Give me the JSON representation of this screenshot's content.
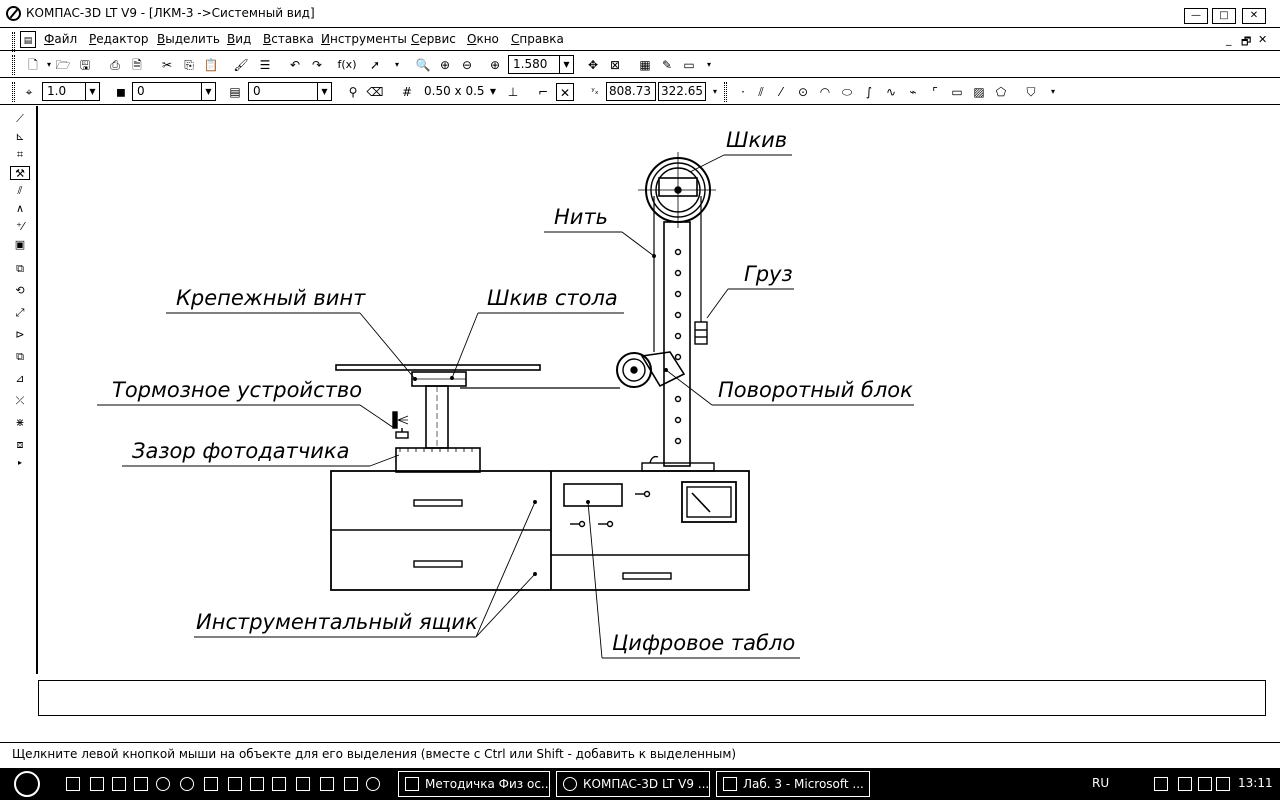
{
  "window": {
    "title": "КОМПАС-3D LT V9 - [ЛКМ-3 ->Системный вид]",
    "min_label": "—",
    "max_label": "□",
    "close_label": "✕"
  },
  "menu": {
    "items": [
      "Файл",
      "Редактор",
      "Выделить",
      "Вид",
      "Вставка",
      "Инструменты",
      "Сервис",
      "Окно",
      "Справка"
    ],
    "mdi_min": "_",
    "mdi_restore": "🗗",
    "mdi_close": "✕"
  },
  "toolbar1": {
    "zoom_value": "1.580",
    "fx_label": "f(x)"
  },
  "toolbar2": {
    "scale_value": "1.0",
    "layer_value": "0",
    "style_value": "0",
    "grid_value": "0.50 x 0.5",
    "coord_x": "808.73",
    "coord_y": "322.65"
  },
  "drawing": {
    "labels": {
      "shkiv": "Шкив",
      "nit": "Нить",
      "gruz": "Груз",
      "krepezh": "Крепежный винт",
      "shkiv_stola": "Шкив стола",
      "tormoz": "Тормозное устройство",
      "povorot": "Поворотный блок",
      "zazor": "Зазор фотодатчика",
      "instr": "Инструментальный ящик",
      "tablo": "Цифровое табло"
    }
  },
  "status": {
    "text": "Щелкните левой кнопкой мыши на объекте для его выделения (вместе с Ctrl или Shift - добавить к выделенным)"
  },
  "taskbar": {
    "tasks": [
      "Методичка Физ ос...",
      "КОМПАС-3D LT V9 ...",
      "Лаб. 3 - Microsoft ..."
    ],
    "lang": "RU",
    "clock": "13:11"
  }
}
